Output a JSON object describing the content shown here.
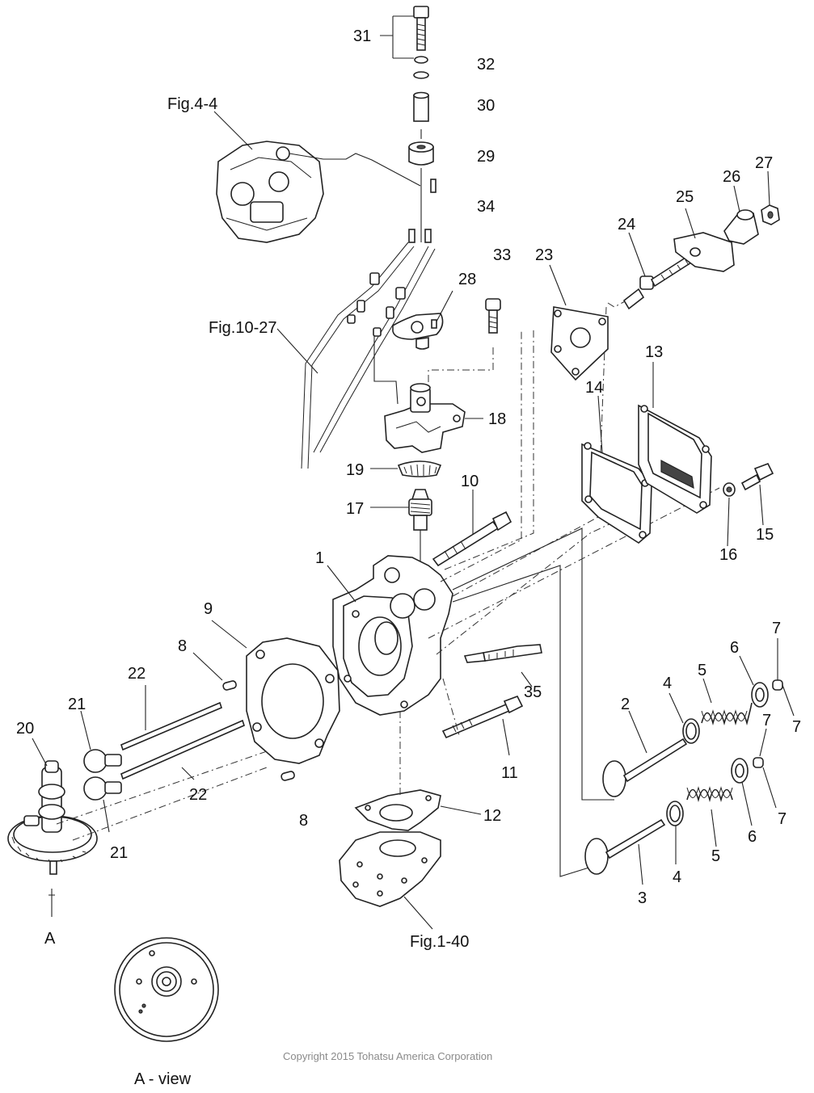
{
  "references": {
    "carburetor": "Fig.4-4",
    "fuel_lines": "Fig.10-27",
    "crankcase": "Fig.1-40"
  },
  "callouts": {
    "c1": "1",
    "c2": "2",
    "c3": "3",
    "c4a": "4",
    "c4b": "4",
    "c5a": "5",
    "c5b": "5",
    "c6a": "6",
    "c6b": "6",
    "c7a": "7",
    "c7b": "7",
    "c7c": "7",
    "c7d": "7",
    "c8a": "8",
    "c8b": "8",
    "c9": "9",
    "c10": "10",
    "c11": "11",
    "c12": "12",
    "c13": "13",
    "c14": "14",
    "c15": "15",
    "c16": "16",
    "c17": "17",
    "c18": "18",
    "c19": "19",
    "c20": "20",
    "c21a": "21",
    "c21b": "21",
    "c22a": "22",
    "c22b": "22",
    "c23": "23",
    "c24": "24",
    "c25": "25",
    "c26": "26",
    "c27": "27",
    "c28": "28",
    "c29": "29",
    "c30": "30",
    "c31": "31",
    "c32": "32",
    "c33": "33",
    "c34": "34",
    "c35": "35",
    "cA": "A"
  },
  "view_label": "A - view",
  "copyright": "Copyright 2015 Tohatsu America Corporation"
}
